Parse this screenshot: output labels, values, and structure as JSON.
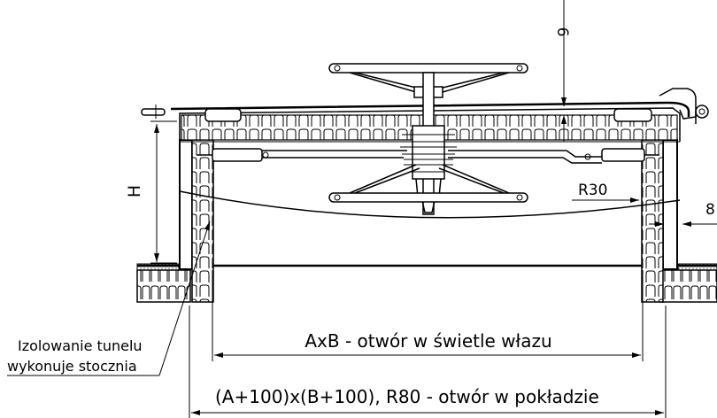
{
  "labels": {
    "dim_thickness": "6",
    "dim_height": "H",
    "dim_radius": "R30",
    "dim_side": "8",
    "note_line1": "Izolowanie tunelu",
    "note_line2": "wykonuje stocznia",
    "opening_clear": "AxB - otwór w świetle włazu",
    "opening_deck": "(A+100)x(B+100), R80 - otwór w pokładzie"
  }
}
